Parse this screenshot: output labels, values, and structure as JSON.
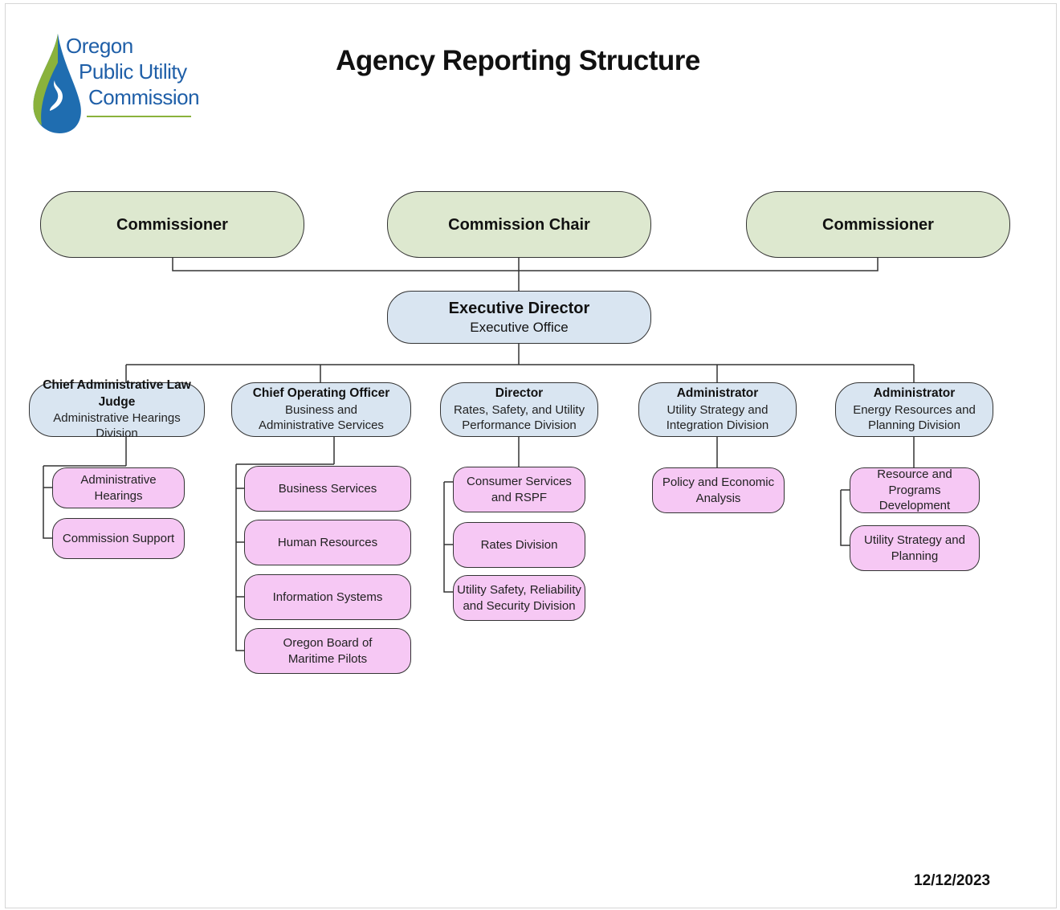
{
  "header": {
    "logo_text": [
      "Oregon",
      "Public Utility",
      "Commission"
    ],
    "title": "Agency Reporting Structure"
  },
  "colors": {
    "commission": "#dde8cf",
    "executive": "#d9e5f1",
    "unit": "#f6c8f4",
    "logo_blue": "#1f5fa8",
    "logo_green": "#8ab23c"
  },
  "commission": {
    "left": "Commissioner",
    "chair": "Commission Chair",
    "right": "Commissioner"
  },
  "executive": {
    "title": "Executive Director",
    "office": "Executive Office"
  },
  "divisions": [
    {
      "title": "Chief Administrative Law Judge",
      "subtitle": "Administrative Hearings Division",
      "units": [
        "Administrative Hearings",
        "Commission Support"
      ]
    },
    {
      "title": "Chief Operating Officer",
      "subtitle": "Business and Administrative Services",
      "units": [
        "Business Services",
        "Human Resources",
        "Information Systems",
        "Oregon Board of Maritime Pilots"
      ]
    },
    {
      "title": "Director",
      "subtitle": "Rates, Safety, and Utility Performance Division",
      "units": [
        "Consumer Services and RSPF",
        "Rates Division",
        "Utility Safety, Reliability and Security Division"
      ]
    },
    {
      "title": "Administrator",
      "subtitle": "Utility Strategy and Integration Division",
      "units": [
        "Policy and Economic Analysis"
      ]
    },
    {
      "title": "Administrator",
      "subtitle": "Energy Resources and Planning Division",
      "units": [
        "Resource and Programs Development",
        "Utility Strategy and Planning"
      ]
    }
  ],
  "footer": {
    "date": "12/12/2023"
  }
}
